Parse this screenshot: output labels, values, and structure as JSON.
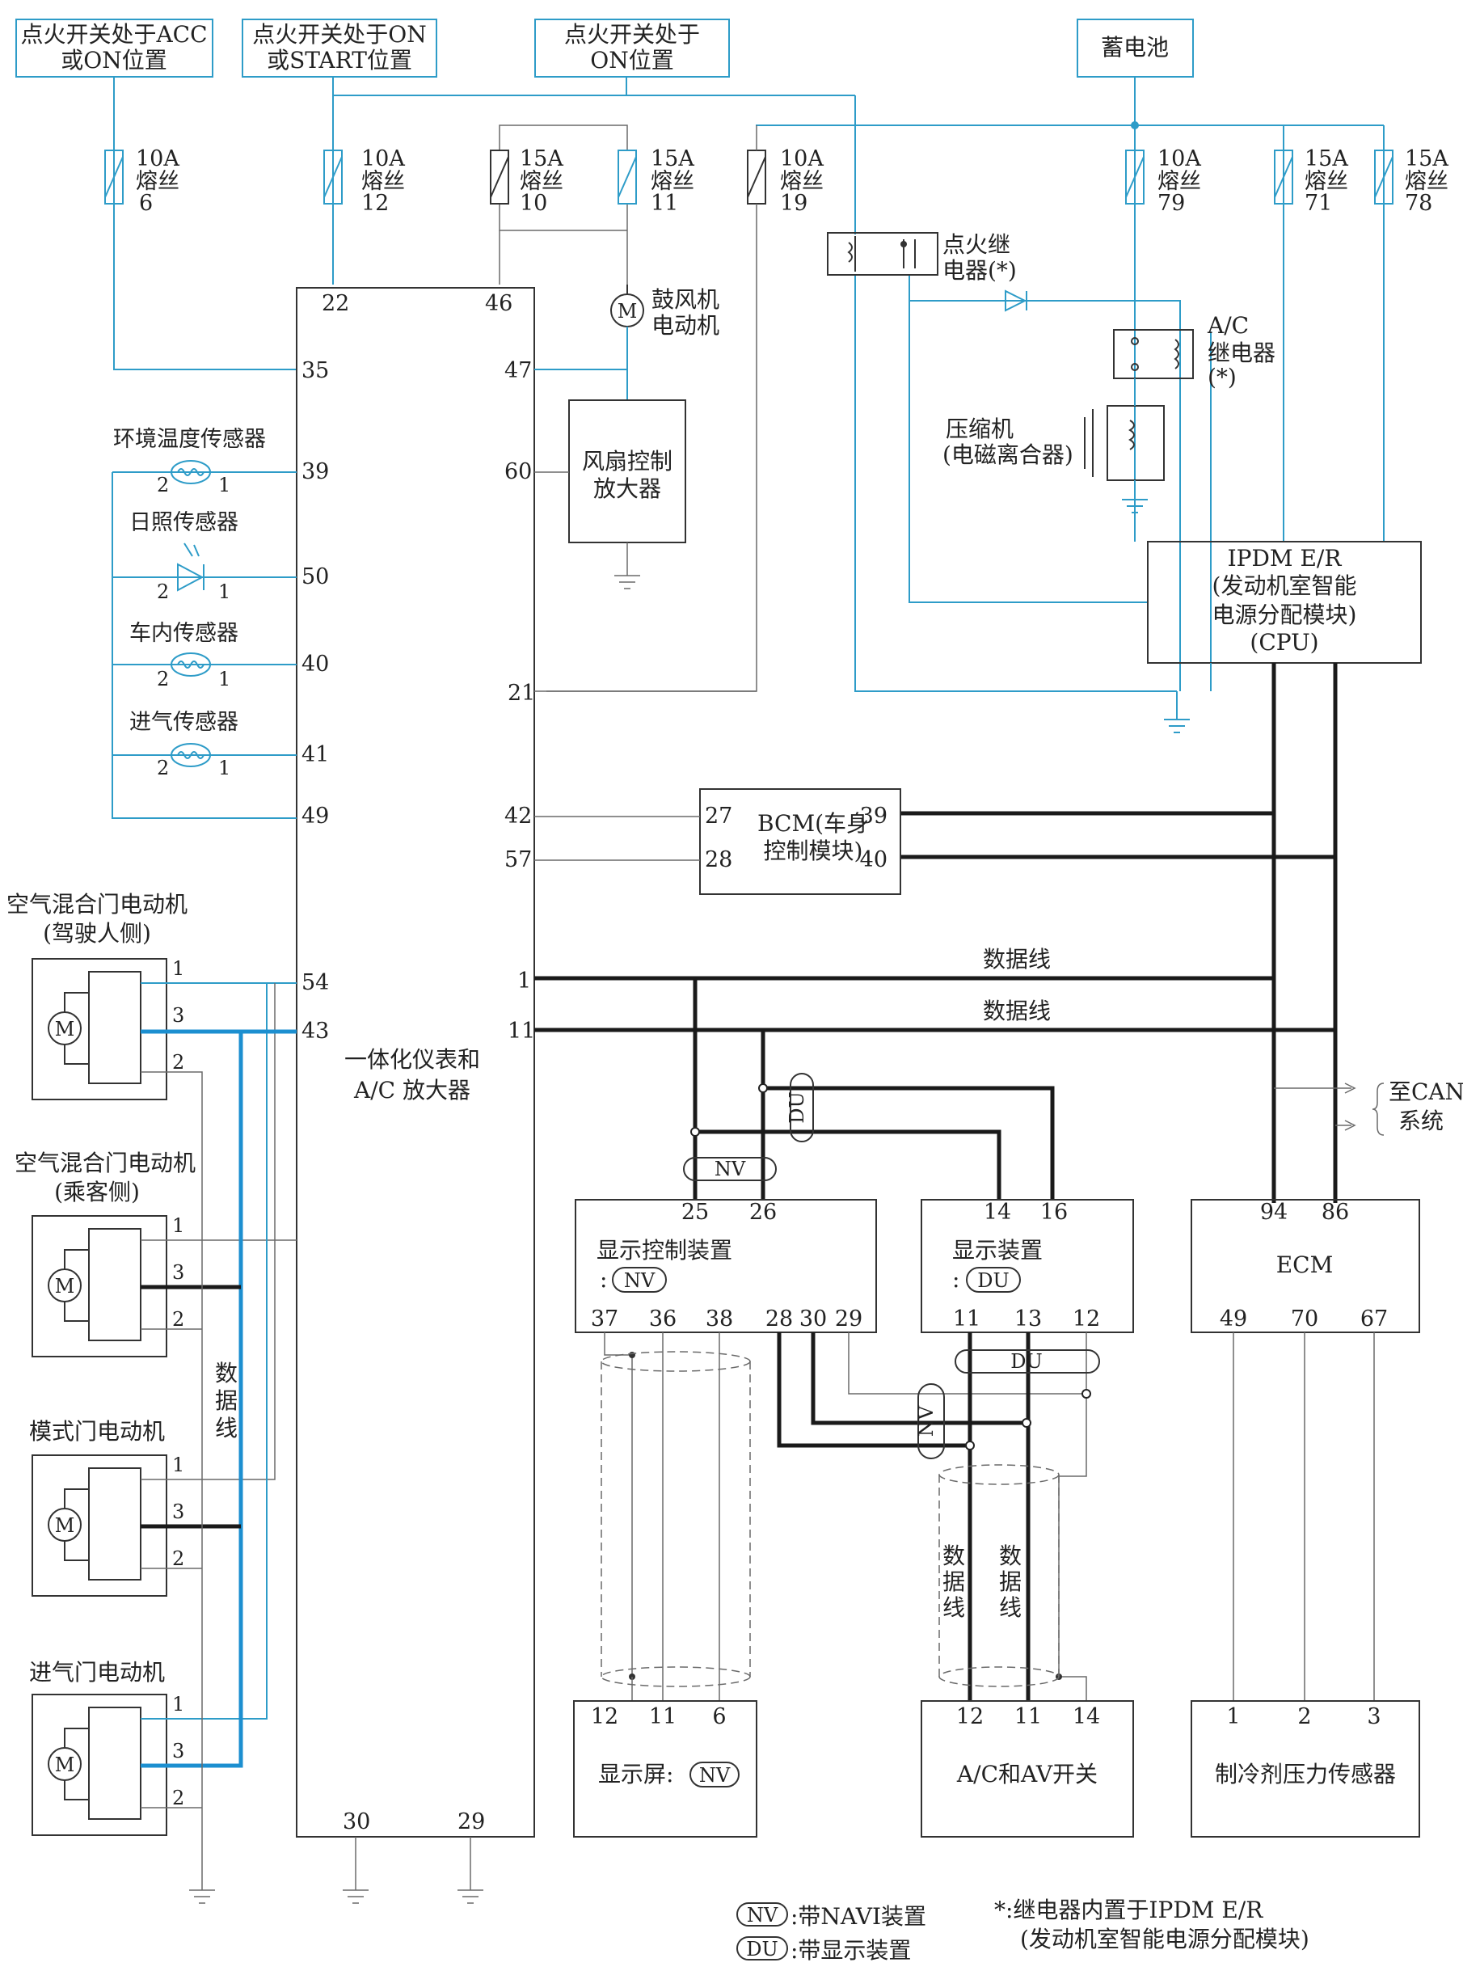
{
  "sources": {
    "acc_on": [
      "点火开关处于ACC",
      "或ON位置"
    ],
    "on_start": [
      "点火开关处于ON",
      "或START位置"
    ],
    "on": [
      "点火开关处于",
      "ON位置"
    ],
    "battery": "蓄电池"
  },
  "fuses": [
    {
      "amp": "10A",
      "label": "熔丝",
      "num": "6"
    },
    {
      "amp": "10A",
      "label": "熔丝",
      "num": "12"
    },
    {
      "amp": "15A",
      "label": "熔丝",
      "num": "10"
    },
    {
      "amp": "15A",
      "label": "熔丝",
      "num": "11"
    },
    {
      "amp": "10A",
      "label": "熔丝",
      "num": "19"
    },
    {
      "amp": "10A",
      "label": "熔丝",
      "num": "79"
    },
    {
      "amp": "15A",
      "label": "熔丝",
      "num": "71"
    },
    {
      "amp": "15A",
      "label": "熔丝",
      "num": "78"
    }
  ],
  "ac_amp": {
    "label": [
      "一体化仪表和",
      "A/C 放大器"
    ],
    "pins_left": [
      "22",
      "35",
      "39",
      "50",
      "40",
      "41",
      "49",
      "54",
      "43"
    ],
    "pins_right": [
      "46",
      "47",
      "60",
      "21",
      "42",
      "57",
      "1",
      "11"
    ],
    "pins_bottom": [
      "30",
      "29"
    ]
  },
  "sensors": [
    {
      "name": "环境温度传感器",
      "p2": "2",
      "p1": "1"
    },
    {
      "name": "日照传感器",
      "p2": "2",
      "p1": "1"
    },
    {
      "name": "车内传感器",
      "p2": "2",
      "p1": "1"
    },
    {
      "name": "进气传感器",
      "p2": "2",
      "p1": "1"
    }
  ],
  "motors": [
    {
      "name": [
        "空气混合门电动机",
        "(驾驶人侧)"
      ],
      "pins": [
        "1",
        "3",
        "2"
      ]
    },
    {
      "name": [
        "空气混合门电动机",
        "(乘客侧)"
      ],
      "pins": [
        "1",
        "3",
        "2"
      ]
    },
    {
      "name": [
        "模式门电动机"
      ],
      "pins": [
        "1",
        "3",
        "2"
      ]
    },
    {
      "name": [
        "进气门电动机"
      ],
      "pins": [
        "1",
        "3",
        "2"
      ]
    }
  ],
  "motor_symbol": "M",
  "data_line_vertical": [
    "数",
    "据",
    "线"
  ],
  "blower": [
    "鼓风机",
    "电动机"
  ],
  "fan_amp": [
    "风扇控制",
    "放大器"
  ],
  "ign_relay": [
    "点火继",
    "电器(*)"
  ],
  "ac_relay": [
    "A/C",
    "继电器",
    "(*)"
  ],
  "compressor": [
    "压缩机",
    "(电磁离合器)"
  ],
  "ipdm": {
    "lines": [
      "IPDM E/R",
      "(发动机室智能",
      "电源分配模块)",
      "(CPU)"
    ]
  },
  "bcm": {
    "lines": [
      "BCM(车身",
      "控制模块)"
    ],
    "pins": [
      "27",
      "28",
      "39",
      "40"
    ]
  },
  "data_line": "数据线",
  "can": [
    "至CAN",
    "系统"
  ],
  "tags": {
    "nv": "NV",
    "du": "DU"
  },
  "display_ctrl": {
    "title": "显示控制装置",
    "tag_prefix": ":",
    "pins_top": [
      "25",
      "26"
    ],
    "pins_bottom": [
      "37",
      "36",
      "38",
      "28",
      "30",
      "29"
    ]
  },
  "display_unit": {
    "title": "显示装置",
    "tag_prefix": ":",
    "pins_top": [
      "14",
      "16"
    ],
    "pins_bottom": [
      "11",
      "13",
      "12"
    ]
  },
  "ecm": {
    "title": "ECM",
    "pins_top": [
      "94",
      "86"
    ],
    "pins_bottom": [
      "49",
      "70",
      "67"
    ]
  },
  "screen": {
    "title": "显示屏:",
    "pins": [
      "12",
      "11",
      "6"
    ]
  },
  "ac_av": {
    "title": "A/C和AV开关",
    "pins": [
      "12",
      "11",
      "14"
    ]
  },
  "pressure": {
    "title": "制冷剂压力传感器",
    "pins": [
      "1",
      "2",
      "3"
    ]
  },
  "legend": {
    "nv": ":带NAVI装置",
    "du": ":带显示装置",
    "star": [
      "*:继电器内置于IPDM E/R",
      "(发动机室智能电源分配模块)"
    ]
  }
}
